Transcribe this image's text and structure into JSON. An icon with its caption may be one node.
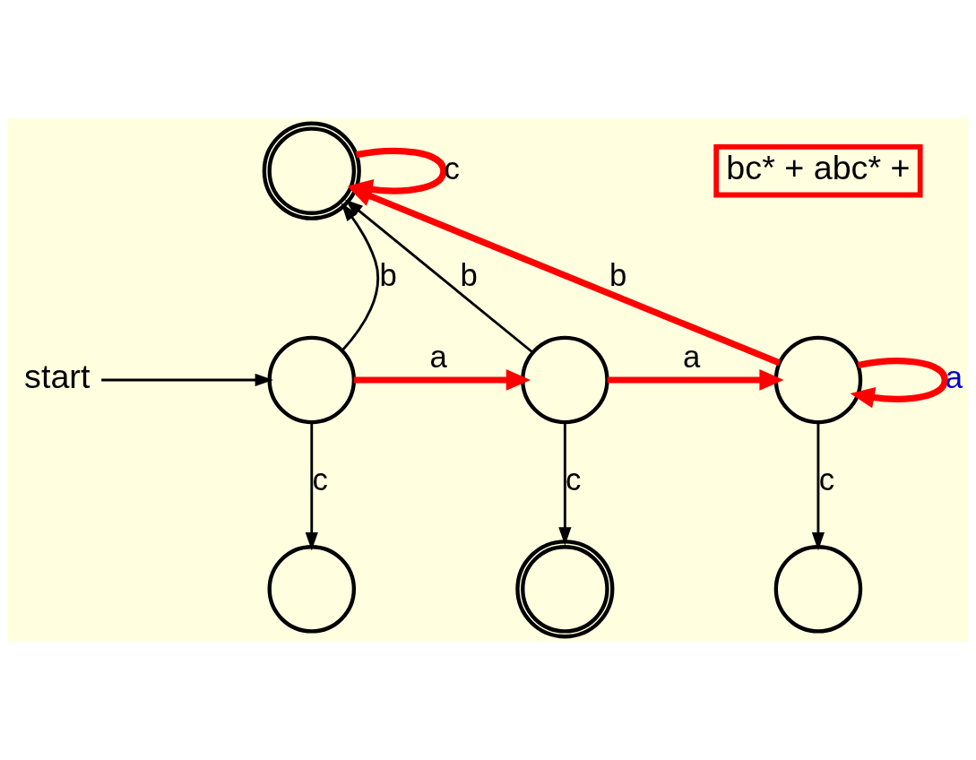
{
  "diagram": {
    "nodes": [
      {
        "text": [
          "bc* + abc* +"
        ]
      },
      {
        "text": [],
        "shape": "circle"
      },
      {
        "text": [],
        "shape": "circle"
      },
      {
        "text": [],
        "shape": "circle"
      },
      {
        "text": [],
        "shape": "circle"
      },
      {
        "text": [],
        "shape": "circle"
      },
      {
        "text": [],
        "shape": "circle"
      },
      {
        "text": [],
        "shape": "circle"
      },
      {
        "text": [
          "start"
        ]
      }
    ],
    "edges": [
      {
        "from": 8,
        "to": 2,
        "arrow": "to"
      },
      {
        "from": 1,
        "to": 1,
        "arrow": "to",
        "label": "c",
        "style": "thick",
        "color": "#ff0000"
      },
      {
        "from": 2,
        "to": 1,
        "arrow": "to",
        "label": "b"
      },
      {
        "from": 3,
        "to": 1,
        "arrow": "to",
        "label": "b"
      },
      {
        "from": 4,
        "to": 1,
        "arrow": "to",
        "label": "b",
        "style": "thick",
        "color": "#ff0000"
      },
      {
        "from": 4,
        "to": 4,
        "arrow": "to",
        "label": "a",
        "style": "thick",
        "color": "#ff0000"
      },
      {
        "from": 2,
        "to": 3,
        "arrow": "to",
        "label": "a",
        "style": "thick",
        "color": "#ff0000"
      },
      {
        "from": 3,
        "to": 4,
        "arrow": "to",
        "label": "a",
        "style": "thick",
        "color": "#ff0000"
      },
      {
        "from": 2,
        "to": 5,
        "arrow": "to",
        "label": "c"
      },
      {
        "from": 3,
        "to": 6,
        "arrow": "to",
        "label": "c"
      },
      {
        "from": 4,
        "to": 7,
        "arrow": "to",
        "label": "c"
      }
    ]
  }
}
